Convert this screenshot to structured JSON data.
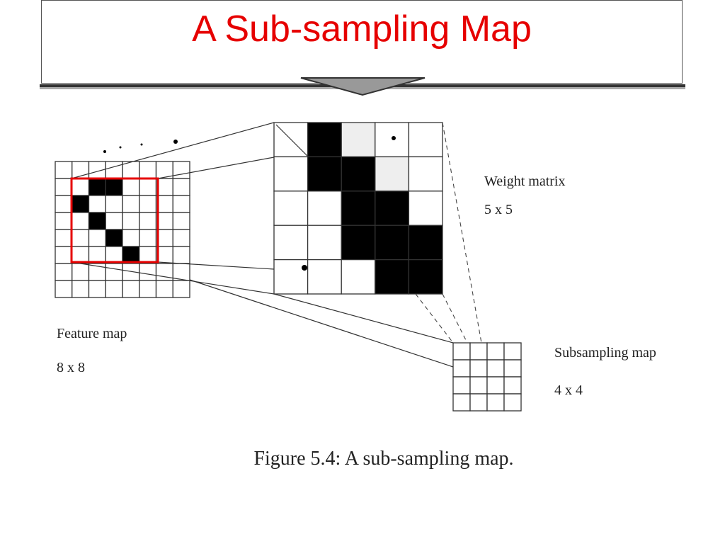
{
  "slide": {
    "title": "A Sub-sampling Map",
    "title_color": "#e60000"
  },
  "figure": {
    "feature_map_label": "Feature   map",
    "feature_map_size": "8 x 8",
    "weight_matrix_label": "Weight matrix",
    "weight_matrix_size": "5 x 5",
    "subsampling_label": "Subsampling  map",
    "subsampling_size": "4 x 4",
    "caption": "Figure 5.4: A sub-sampling map.",
    "highlight_color": "#e60000",
    "feature_filled_cells": [
      [
        1,
        2
      ],
      [
        1,
        3
      ],
      [
        2,
        1
      ],
      [
        3,
        2
      ],
      [
        4,
        3
      ],
      [
        5,
        4
      ]
    ],
    "weight_filled_cells": [
      [
        0,
        1
      ],
      [
        1,
        1
      ],
      [
        1,
        2
      ],
      [
        2,
        2
      ],
      [
        2,
        3
      ],
      [
        3,
        2
      ],
      [
        3,
        3
      ],
      [
        3,
        4
      ],
      [
        4,
        3
      ],
      [
        4,
        4
      ]
    ],
    "weight_shaded_cells": [
      [
        0,
        2
      ],
      [
        1,
        3
      ]
    ]
  }
}
